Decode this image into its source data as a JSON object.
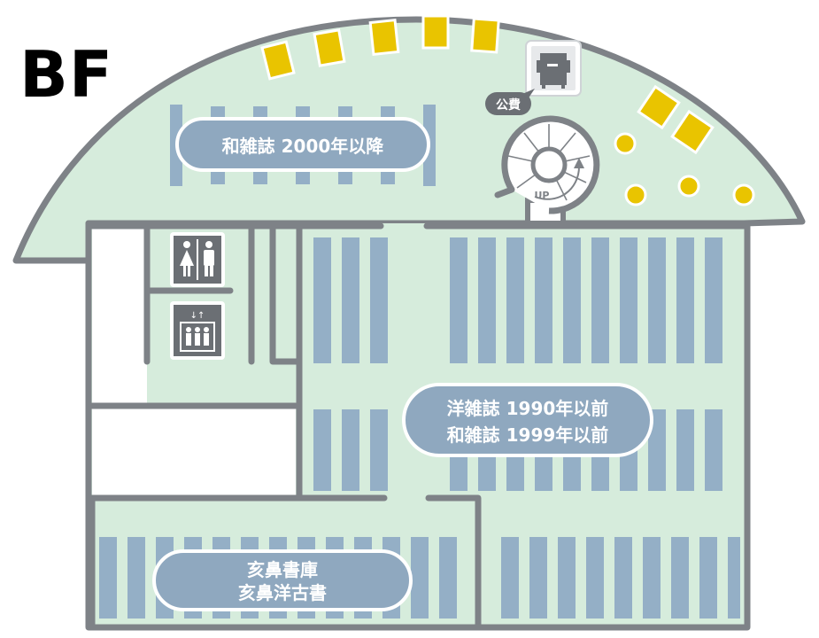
{
  "floor": {
    "name": "BF"
  },
  "areas": {
    "japanese_new": "和雑誌 2000年以降",
    "foreign_old": "洋雑誌 1990年以前",
    "japanese_old": "和雑誌 1999年以前",
    "collection_1": "亥鼻書庫",
    "collection_2": "亥鼻洋古書"
  },
  "facilities": {
    "copier_label": "公費",
    "stairs_label": "UP",
    "copier_icon": "copier-icon",
    "restroom_icon": "restroom-icon",
    "elevator_icon": "elevator-icon"
  },
  "colors": {
    "floor": "#d6ecdc",
    "wall": "#7e8287",
    "shelf": "#94afc6",
    "label_pill": "#8fa8bf",
    "seat": "#e9c400",
    "icon_bg": "#6b6f74"
  }
}
